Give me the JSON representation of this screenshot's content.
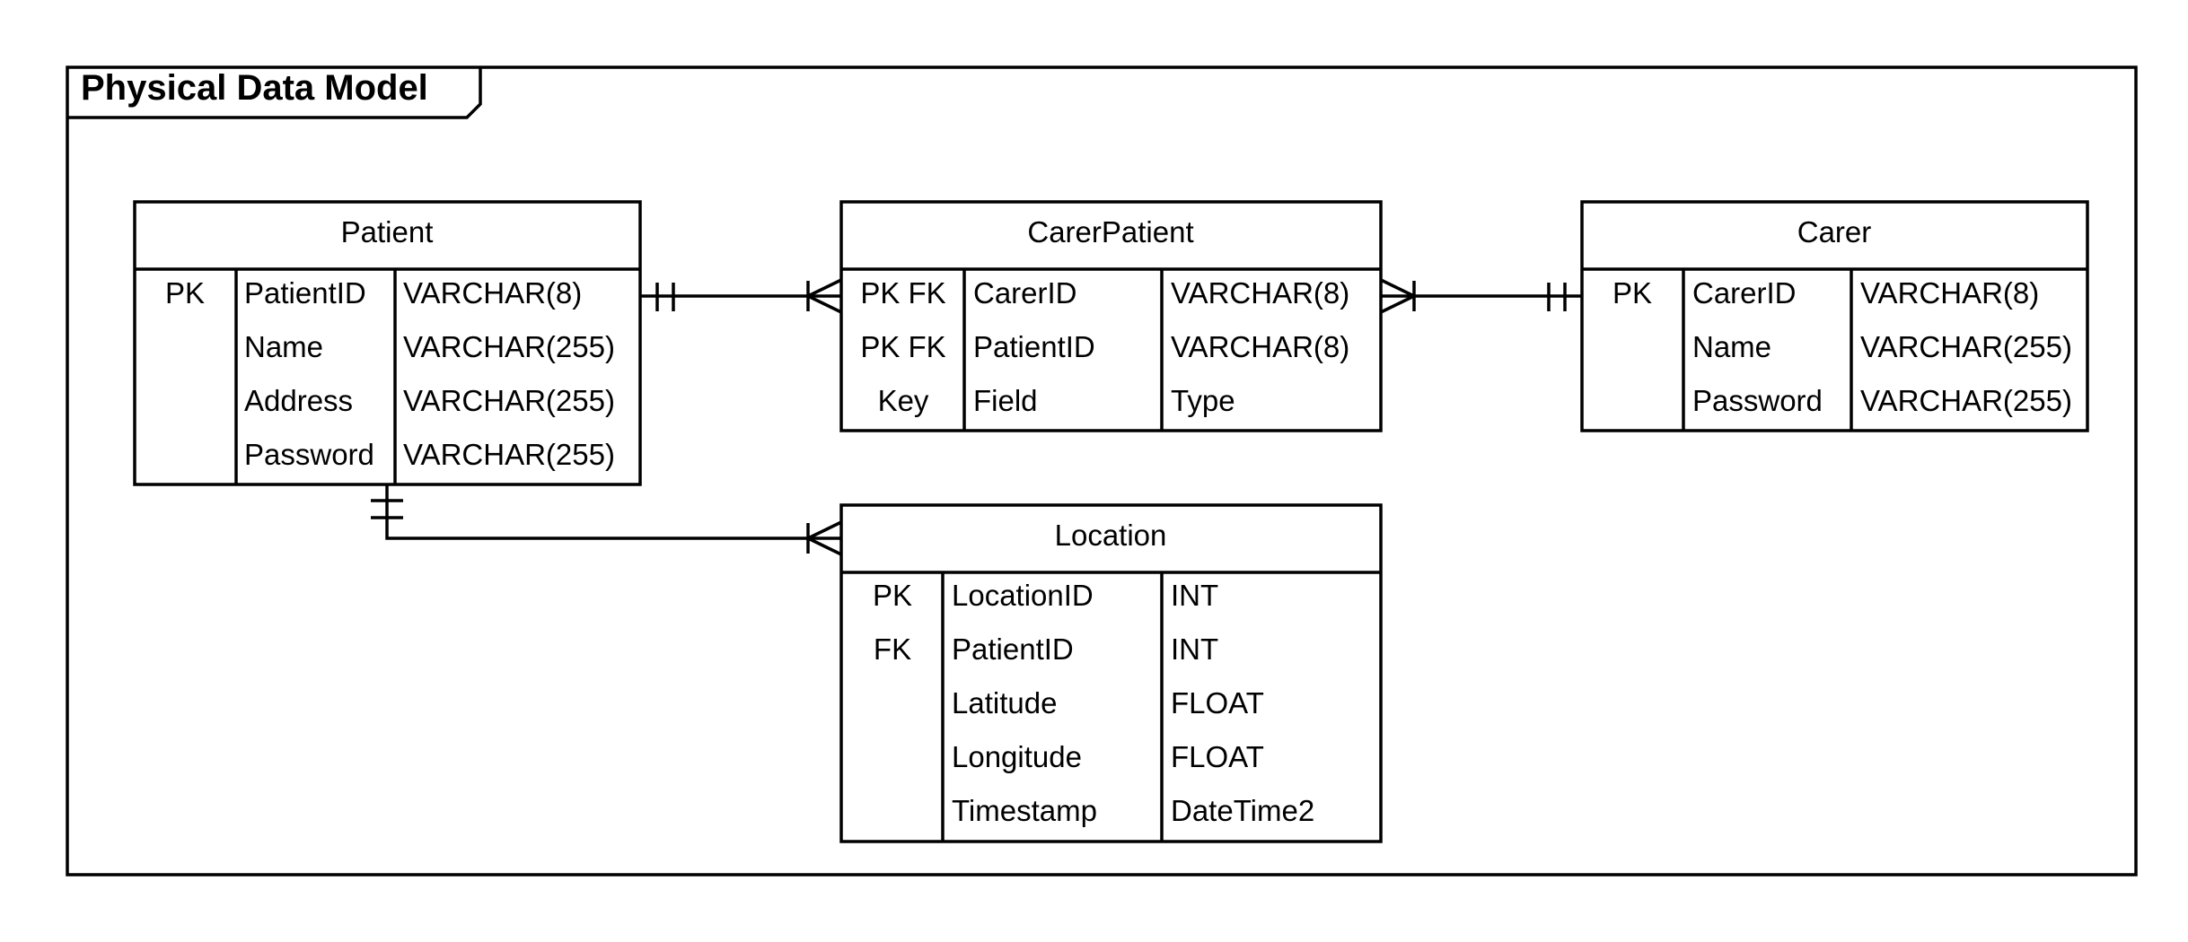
{
  "frame": {
    "title": "Physical Data Model"
  },
  "entities": {
    "patient": {
      "name": "Patient",
      "rows": [
        {
          "key": "PK",
          "field": "PatientID",
          "type": "VARCHAR(8)"
        },
        {
          "key": "",
          "field": "Name",
          "type": "VARCHAR(255)"
        },
        {
          "key": "",
          "field": "Address",
          "type": "VARCHAR(255)"
        },
        {
          "key": "",
          "field": "Password",
          "type": "VARCHAR(255)"
        }
      ]
    },
    "carer_patient": {
      "name": "CarerPatient",
      "rows": [
        {
          "key": "PK FK",
          "field": "CarerID",
          "type": "VARCHAR(8)"
        },
        {
          "key": "PK FK",
          "field": "PatientID",
          "type": "VARCHAR(8)"
        },
        {
          "key": "Key",
          "field": "Field",
          "type": "Type"
        }
      ]
    },
    "carer": {
      "name": "Carer",
      "rows": [
        {
          "key": "PK",
          "field": "CarerID",
          "type": "VARCHAR(8)"
        },
        {
          "key": "",
          "field": "Name",
          "type": "VARCHAR(255)"
        },
        {
          "key": "",
          "field": "Password",
          "type": "VARCHAR(255)"
        }
      ]
    },
    "location": {
      "name": "Location",
      "rows": [
        {
          "key": "PK",
          "field": "LocationID",
          "type": "INT"
        },
        {
          "key": "FK",
          "field": "PatientID",
          "type": "INT"
        },
        {
          "key": "",
          "field": "Latitude",
          "type": "FLOAT"
        },
        {
          "key": "",
          "field": "Longitude",
          "type": "FLOAT"
        },
        {
          "key": "",
          "field": "Timestamp",
          "type": "DateTime2"
        }
      ]
    }
  },
  "relationships": [
    {
      "from": "Patient",
      "to": "CarerPatient",
      "from_cardinality": "exactly-one",
      "to_cardinality": "one-or-many"
    },
    {
      "from": "Carer",
      "to": "CarerPatient",
      "from_cardinality": "exactly-one",
      "to_cardinality": "one-or-many"
    },
    {
      "from": "Patient",
      "to": "Location",
      "from_cardinality": "exactly-one",
      "to_cardinality": "one-or-many"
    }
  ]
}
